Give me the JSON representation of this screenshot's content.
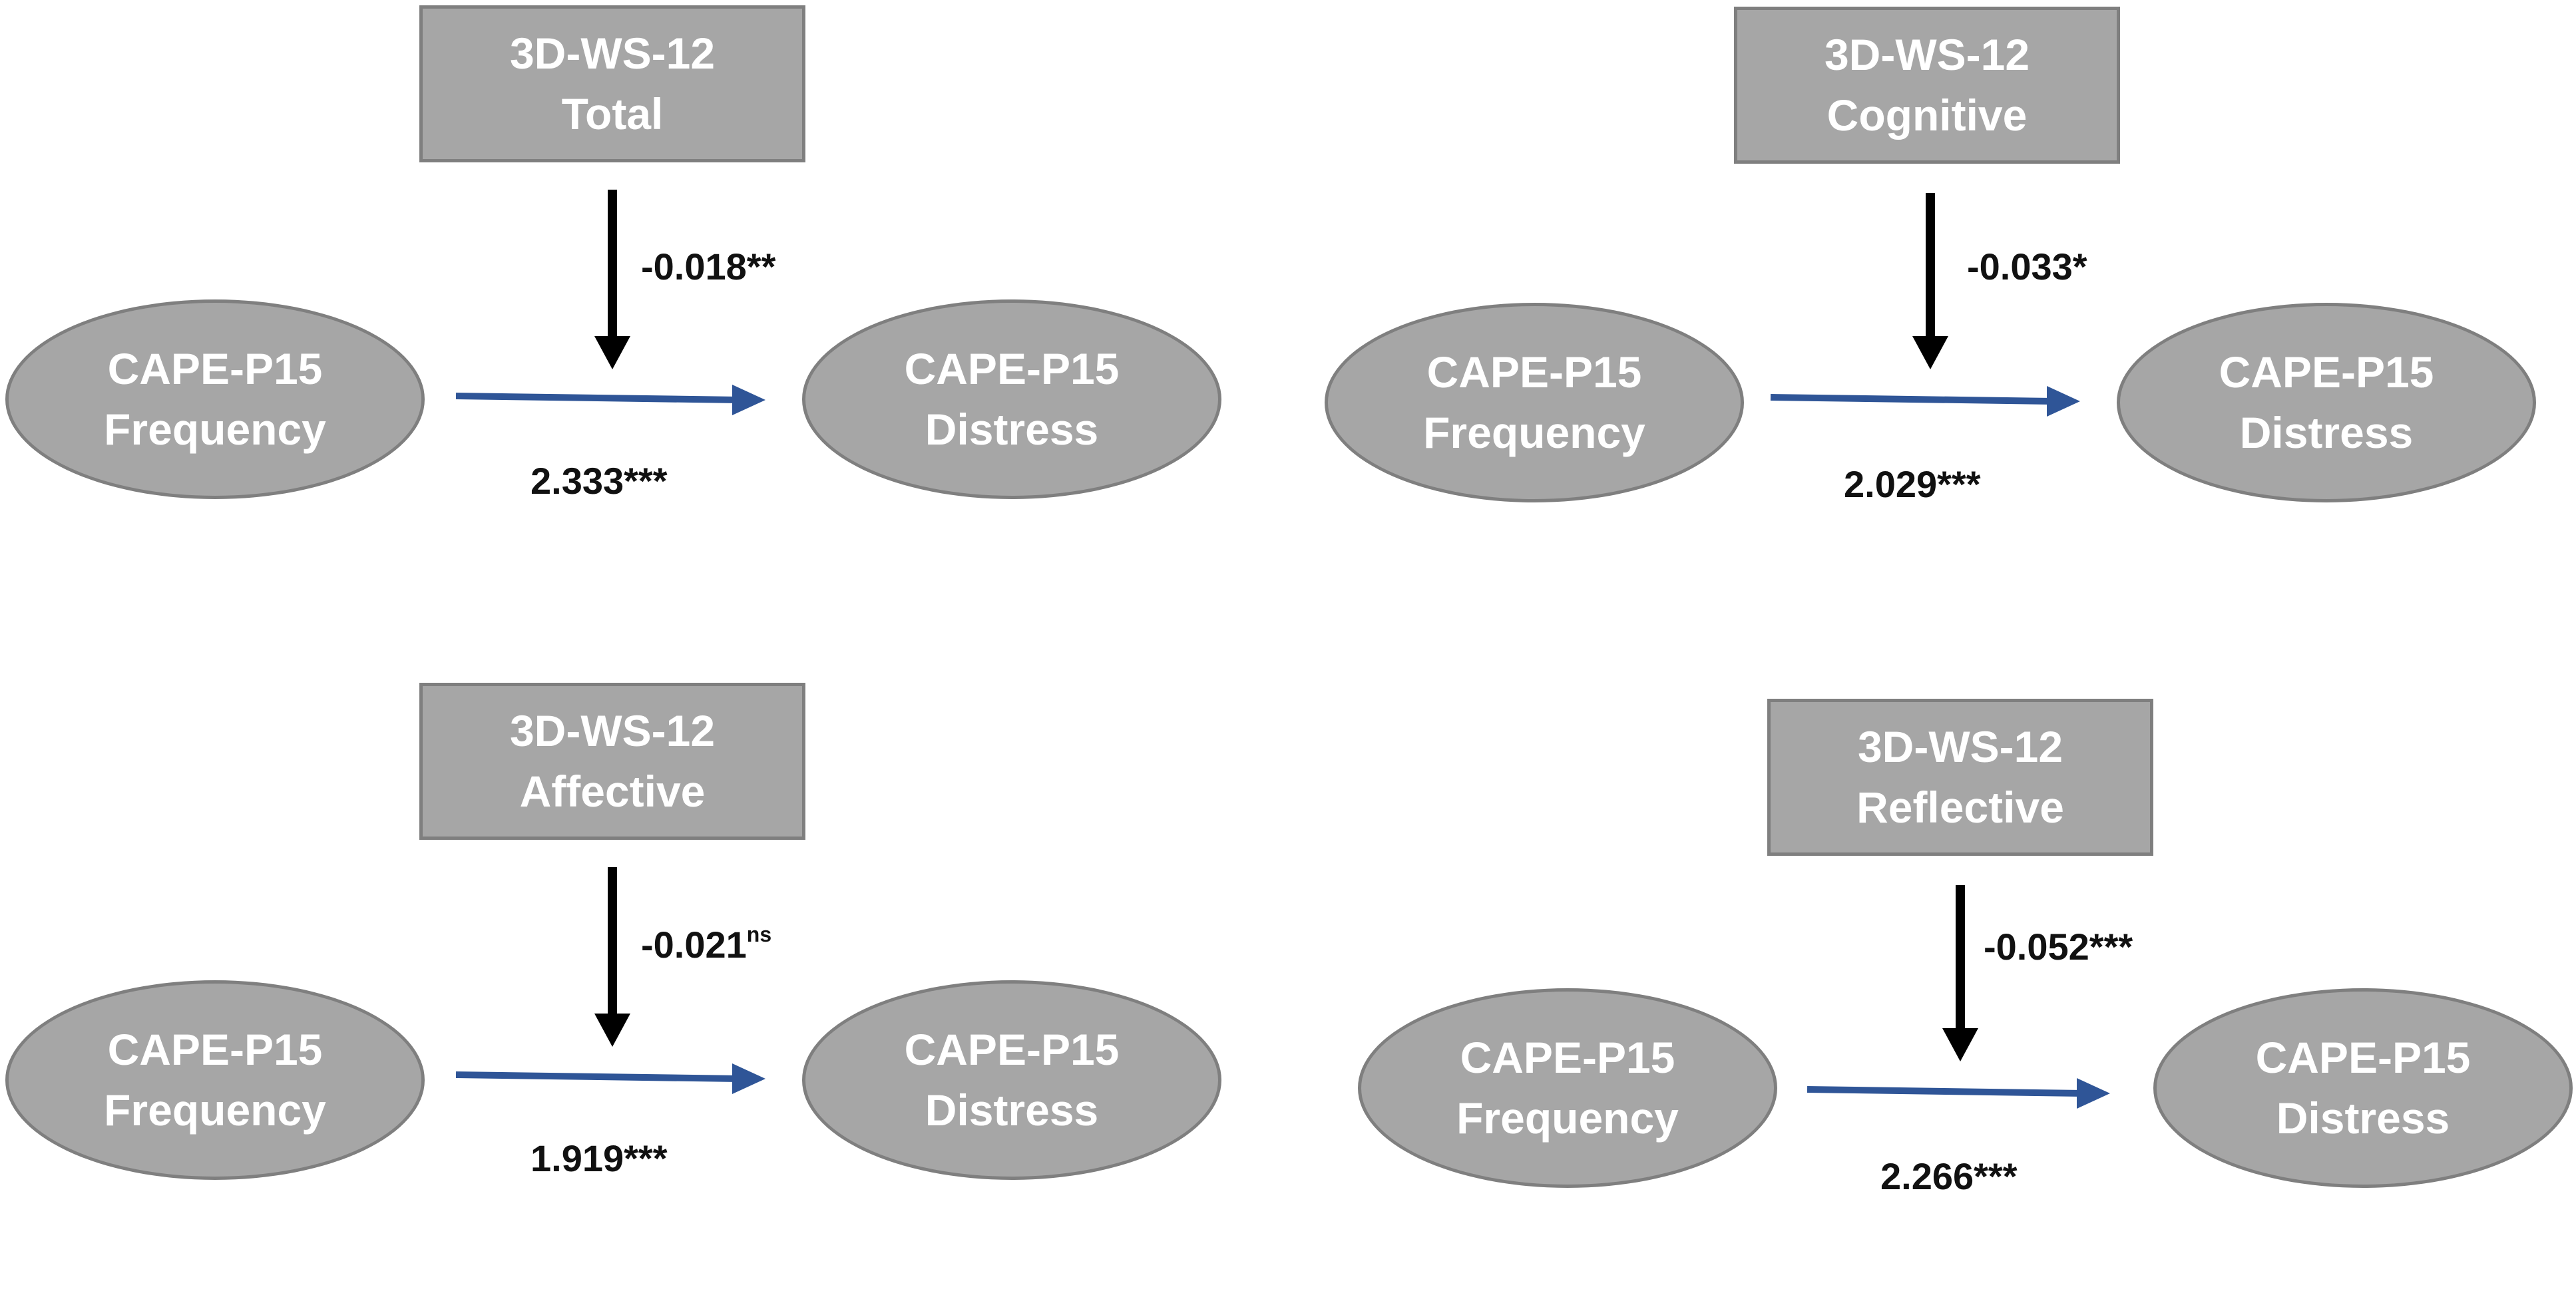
{
  "panels": [
    {
      "moderator": {
        "line1": "3D-WS-12",
        "line2": "Total"
      },
      "predictor": {
        "line1": "CAPE-P15",
        "line2": "Frequency"
      },
      "outcome": {
        "line1": "CAPE-P15",
        "line2": "Distress"
      },
      "moderation_coef": "-0.018",
      "moderation_sig": "**",
      "path_coef": "2.333***"
    },
    {
      "moderator": {
        "line1": "3D-WS-12",
        "line2": "Cognitive"
      },
      "predictor": {
        "line1": "CAPE-P15",
        "line2": "Frequency"
      },
      "outcome": {
        "line1": "CAPE-P15",
        "line2": "Distress"
      },
      "moderation_coef": "-0.033",
      "moderation_sig": "*",
      "path_coef": "2.029***"
    },
    {
      "moderator": {
        "line1": "3D-WS-12",
        "line2": "Affective"
      },
      "predictor": {
        "line1": "CAPE-P15",
        "line2": "Frequency"
      },
      "outcome": {
        "line1": "CAPE-P15",
        "line2": "Distress"
      },
      "moderation_coef": "-0.021",
      "moderation_sig_superscript": "ns",
      "path_coef": "1.919***"
    },
    {
      "moderator": {
        "line1": "3D-WS-12",
        "line2": "Reflective"
      },
      "predictor": {
        "line1": "CAPE-P15",
        "line2": "Frequency"
      },
      "outcome": {
        "line1": "CAPE-P15",
        "line2": "Distress"
      },
      "moderation_coef": "-0.052",
      "moderation_sig": "***",
      "path_coef": "2.266***"
    }
  ],
  "colors": {
    "node_fill": "#a6a6a6",
    "node_border": "#7f7f7f",
    "node_text": "#ffffff",
    "path_arrow": "#2f5597",
    "moderation_arrow": "#000000"
  }
}
